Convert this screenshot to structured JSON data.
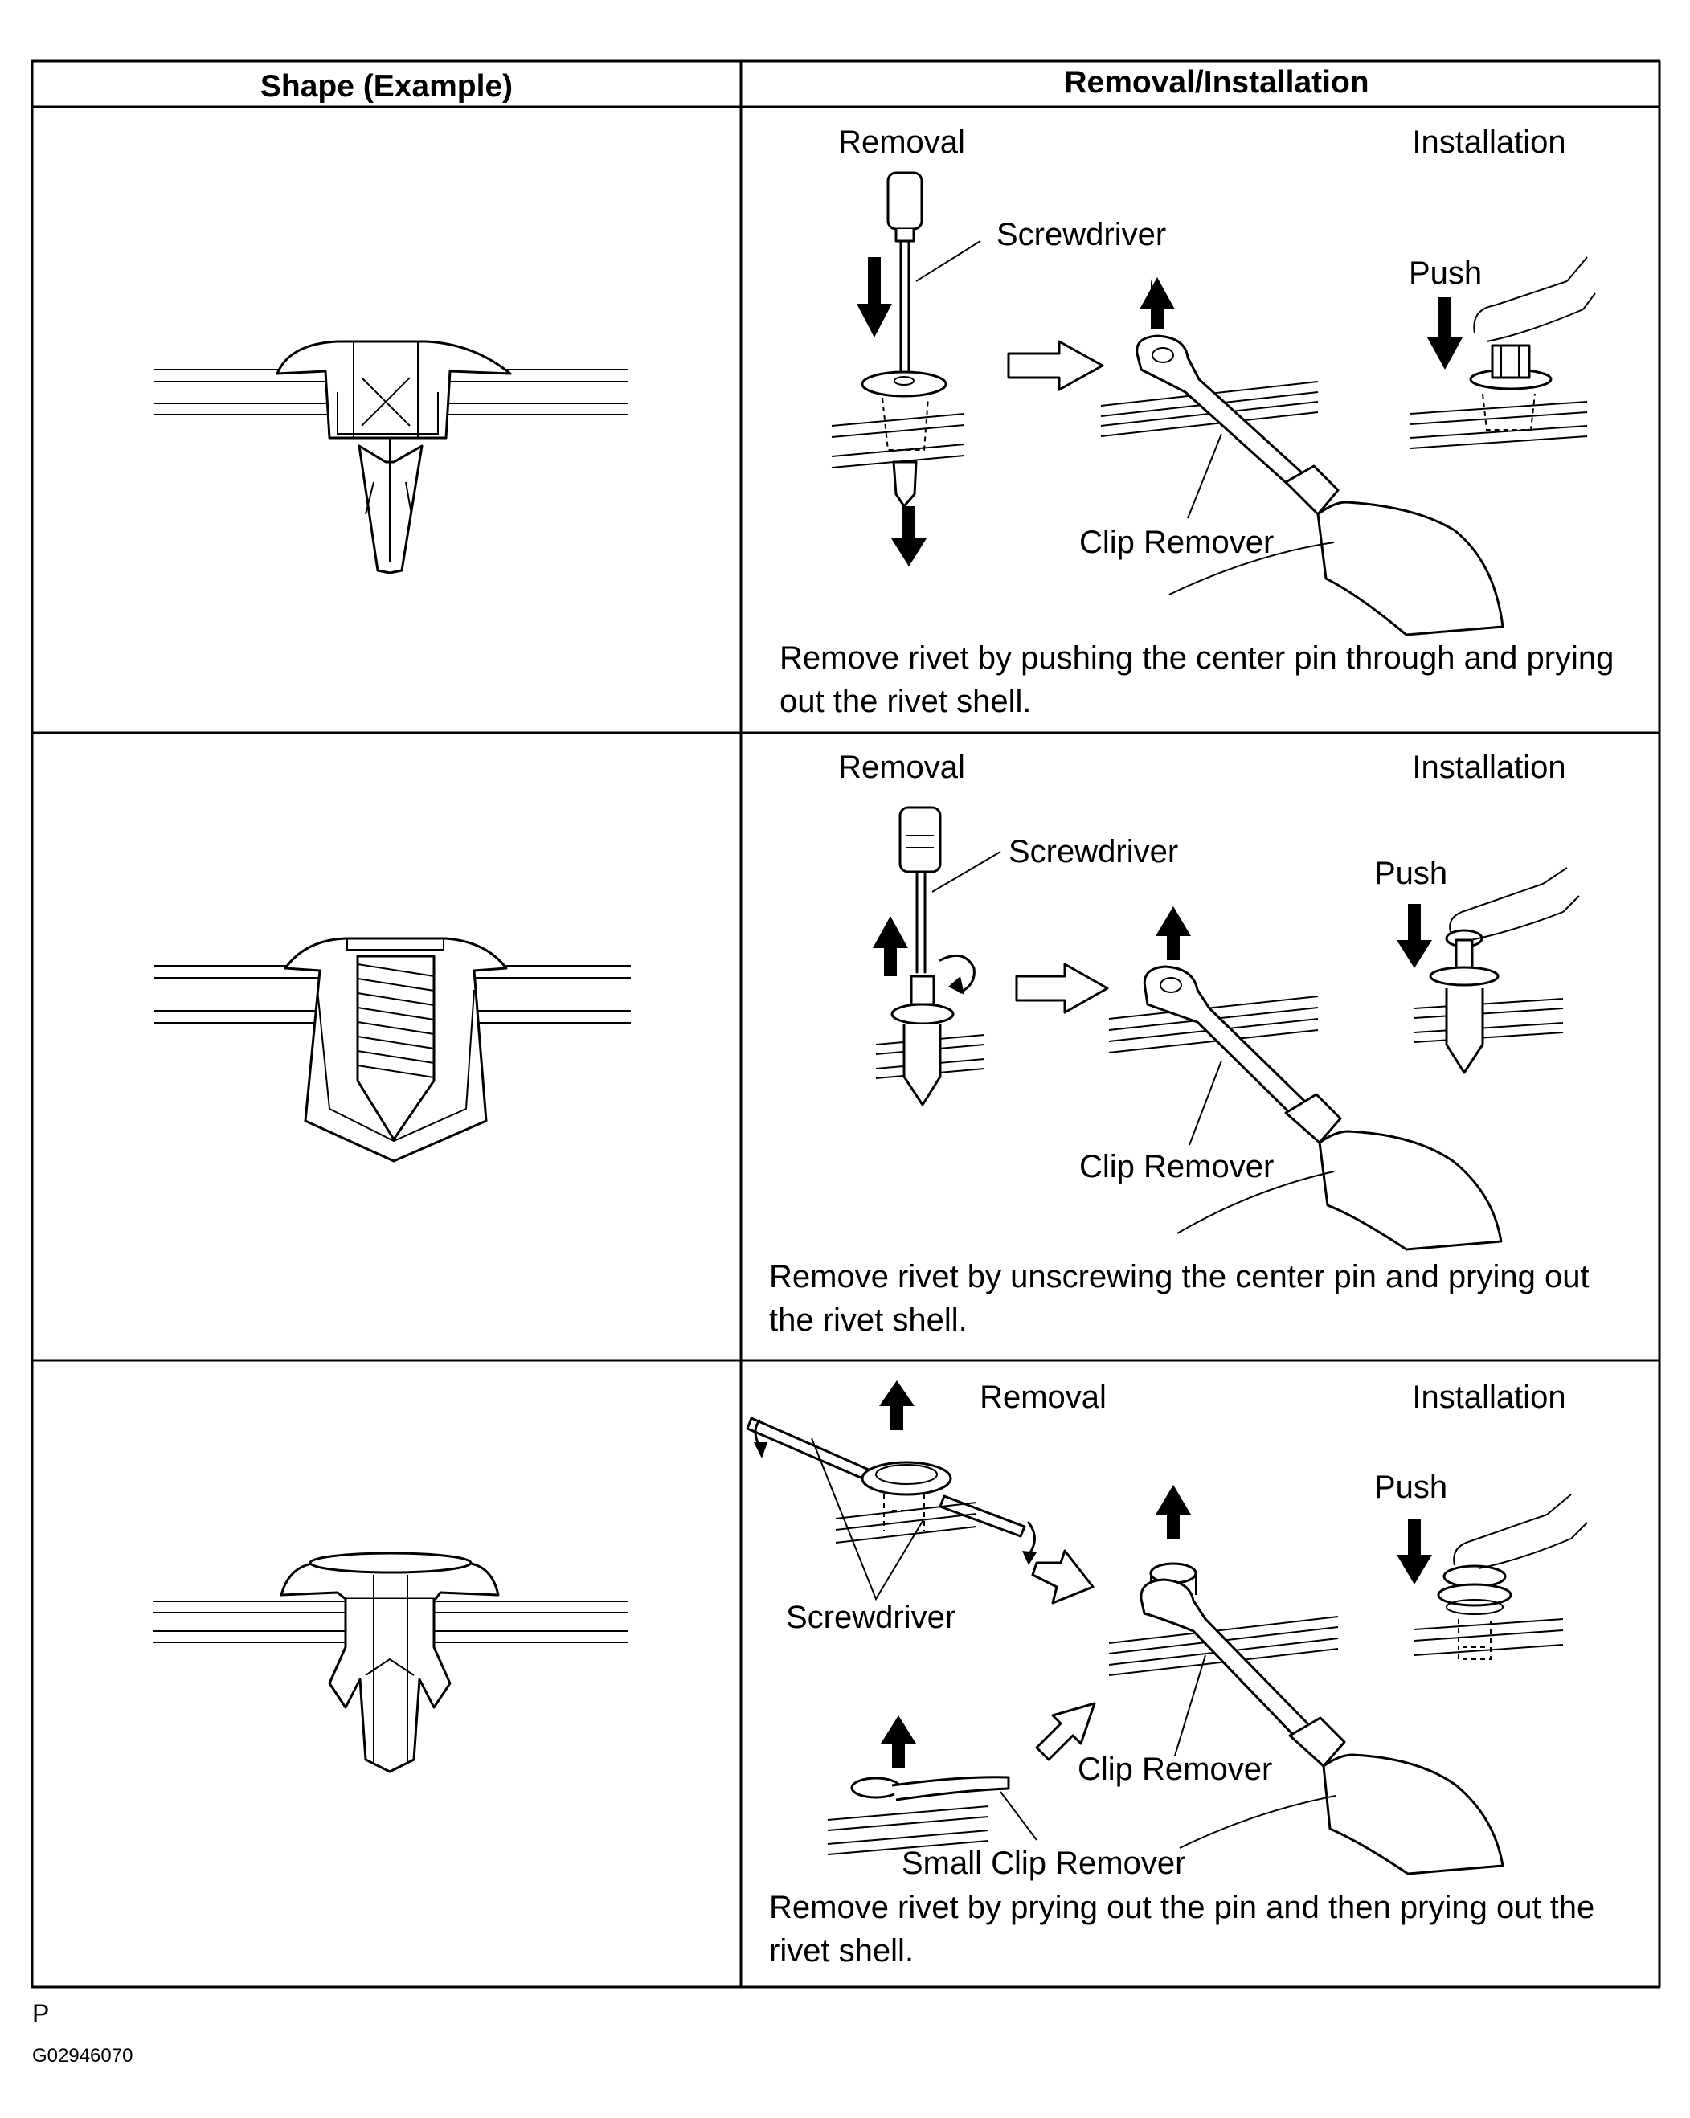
{
  "header": {
    "shape_col": "Shape (Example)",
    "removal_col": "Removal/Installation"
  },
  "rows": [
    {
      "removal_label": "Removal",
      "installation_label": "Installation",
      "tool_label": "Screwdriver",
      "push_label": "Push",
      "remover_label": "Clip Remover",
      "desc_line1": "Remove rivet by pushing the center pin through and prying",
      "desc_line2": "out the rivet shell."
    },
    {
      "removal_label": "Removal",
      "installation_label": "Installation",
      "tool_label": "Screwdriver",
      "push_label": "Push",
      "remover_label": "Clip Remover",
      "desc_line1": "Remove rivet by unscrewing the center pin and prying out",
      "desc_line2": "the rivet shell."
    },
    {
      "removal_label": "Removal",
      "installation_label": "Installation",
      "tool_label": "Screwdriver",
      "push_label": "Push",
      "remover_label": "Clip Remover",
      "small_remover_label": "Small Clip Remover",
      "desc_line1": "Remove rivet by prying out the pin and then prying out the",
      "desc_line2": "rivet shell."
    }
  ],
  "footer": {
    "page_marker": "P",
    "figure_code": "G02946070"
  }
}
